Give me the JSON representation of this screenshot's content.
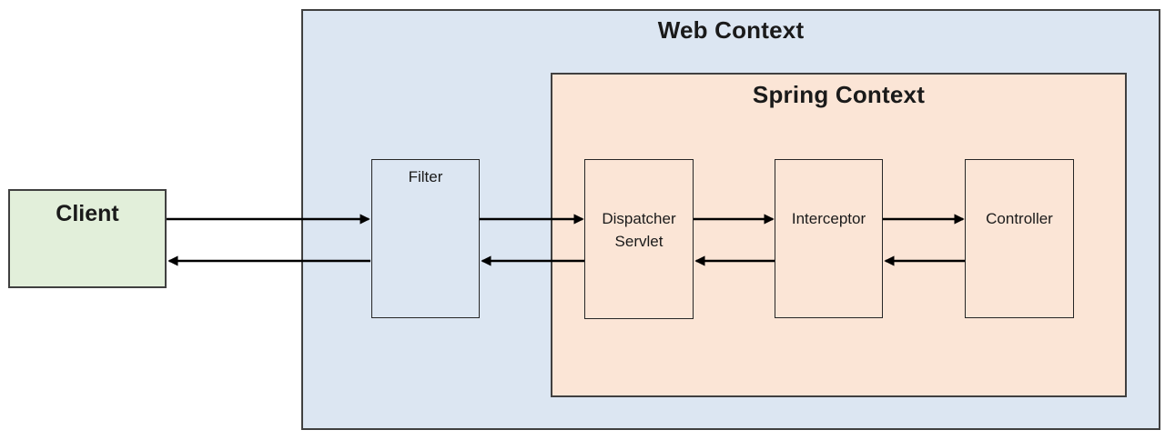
{
  "diagram": {
    "type": "flow-diagram",
    "nodes": {
      "client": {
        "label": "Client"
      },
      "web_context": {
        "label": "Web Context"
      },
      "filter": {
        "label": "Filter"
      },
      "spring_context": {
        "label": "Spring Context"
      },
      "dispatcher_servlet": {
        "label": "Dispatcher Servlet"
      },
      "interceptor": {
        "label": "Interceptor"
      },
      "controller": {
        "label": "Controller"
      }
    },
    "containment": {
      "web_context": [
        "filter",
        "spring_context"
      ],
      "spring_context": [
        "dispatcher_servlet",
        "interceptor",
        "controller"
      ]
    },
    "edges": [
      {
        "from": "client",
        "to": "filter",
        "direction": "forward"
      },
      {
        "from": "filter",
        "to": "client",
        "direction": "return"
      },
      {
        "from": "filter",
        "to": "dispatcher_servlet",
        "direction": "forward"
      },
      {
        "from": "dispatcher_servlet",
        "to": "filter",
        "direction": "return"
      },
      {
        "from": "dispatcher_servlet",
        "to": "interceptor",
        "direction": "forward"
      },
      {
        "from": "interceptor",
        "to": "dispatcher_servlet",
        "direction": "return"
      },
      {
        "from": "interceptor",
        "to": "controller",
        "direction": "forward"
      },
      {
        "from": "controller",
        "to": "interceptor",
        "direction": "return"
      }
    ],
    "colors": {
      "background": "#ffffff",
      "client_fill": "#e2efda",
      "web_context_fill": "#dce6f2",
      "filter_fill": "#dce6f2",
      "spring_context_fill": "#fbe5d6",
      "inner_box_fill": "#fbe5d6",
      "box_border": "#404040",
      "inner_box_border": "#262626",
      "arrow": "#000000"
    }
  }
}
